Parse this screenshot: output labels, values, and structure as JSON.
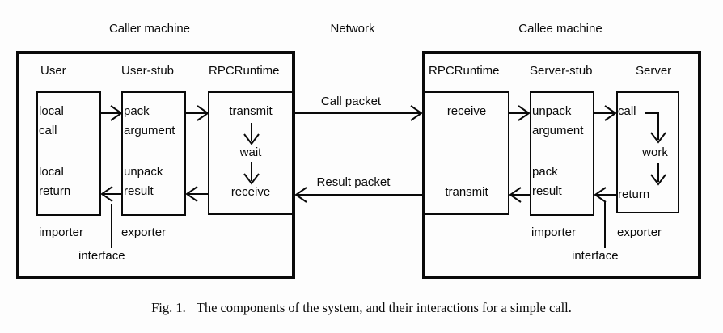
{
  "header": {
    "caller_machine": "Caller machine",
    "network": "Network",
    "callee_machine": "Callee machine"
  },
  "caller": {
    "user": {
      "title": "User",
      "line1": "local",
      "line2": "call",
      "line3": "local",
      "line4": "return"
    },
    "user_stub": {
      "title": "User-stub",
      "line1": "pack",
      "line2": "argument",
      "line3": "unpack",
      "line4": "result"
    },
    "rpcruntime": {
      "title": "RPCRuntime",
      "step1": "transmit",
      "step2": "wait",
      "step3": "receive"
    },
    "importer": "importer",
    "exporter": "exporter",
    "interface": "interface"
  },
  "network": {
    "call_packet": "Call packet",
    "result_packet": "Result packet"
  },
  "callee": {
    "rpcruntime": {
      "title": "RPCRuntime",
      "step1": "receive",
      "step2": "transmit"
    },
    "server_stub": {
      "title": "Server-stub",
      "line1": "unpack",
      "line2": "argument",
      "line3": "pack",
      "line4": "result"
    },
    "server": {
      "title": "Server",
      "step1": "call",
      "step2": "work",
      "step3": "return"
    },
    "importer": "importer",
    "exporter": "exporter",
    "interface": "interface"
  },
  "caption": {
    "label": "Fig. 1.",
    "text": "The components of the system, and their interactions for a simple call."
  }
}
